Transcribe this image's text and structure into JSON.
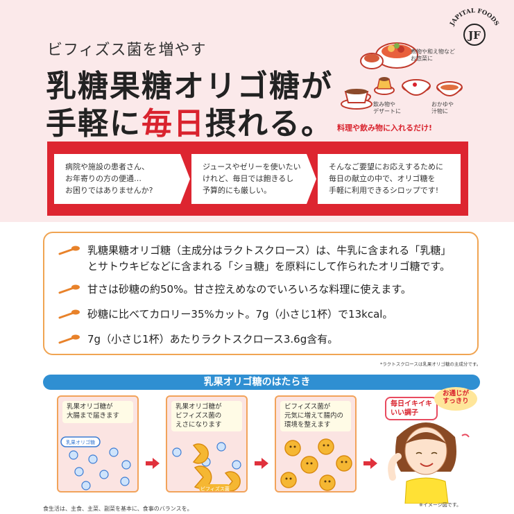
{
  "header": {
    "subtitle": "ビフィズス菌を増やす",
    "headline_line1": "乳糖果糖オリゴ糖が",
    "headline_line2_pre": "手軽に",
    "headline_line2_accent": "毎日",
    "headline_line2_post": "摂れる。",
    "logo_text": "JAPITAL FOODS",
    "logo_initials": "JF"
  },
  "foods": {
    "label_simmered": "煮物や和え物など",
    "label_side": "お惣菜に",
    "label_drink1": "飲み物や",
    "label_drink2": "デザートに",
    "label_porridge1": "おかゆや",
    "label_porridge2": "汁物に",
    "tagline": "料理や飲み物に入れるだけ!"
  },
  "cards": [
    {
      "line1": "病院や施設の患者さん、",
      "line2": "お年寄りの方の便通…",
      "line3": "お困りではありませんか?"
    },
    {
      "line1": "ジュースやゼリーを使いたい",
      "line2": "けれど、毎日では飽きるし",
      "line3": "予算的にも厳しい。"
    },
    {
      "line1": "そんなご要望にお応えするために",
      "line2": "毎日の献立の中で、オリゴ糖を",
      "line3": "手軽に利用できるシロップです!"
    }
  ],
  "bullets": [
    {
      "line1": "乳糖果糖オリゴ糖（主成分はラクトスクロース）は、牛乳に含まれる「乳糖」",
      "line2": "とサトウキビなどに含まれる「ショ糖」を原料にして作られたオリゴ糖です。"
    },
    {
      "line1": "甘さは砂糖の約50%。甘さ控えめなのでいろいろな料理に使えます。"
    },
    {
      "line1": "砂糖に比べてカロリー35%カット。7g（小さじ1杯）で13kcal。"
    },
    {
      "line1": "7g（小さじ1杯）あたりラクトスクロース3.6g含有。"
    }
  ],
  "footnote": "*ラクトスクロースは乳果オリゴ糖の主成分です。",
  "section": {
    "title": "乳果オリゴ糖のはたらき",
    "steps": [
      {
        "line1": "乳果オリゴ糖が",
        "line2": "大腸まで届きます",
        "extra": "乳果オリゴ糖"
      },
      {
        "line1": "乳果オリゴ糖が",
        "line2": "ビフィズス菌の",
        "line3": "えさになります",
        "extra": "ビフィズス菌"
      },
      {
        "line1": "ビフィズス菌が",
        "line2": "元気に増えて腸内の",
        "line3": "環境を整えます"
      }
    ],
    "person_tag1": "毎日イキイキ",
    "person_tag2": "いい調子",
    "bubble1": "お通じが",
    "bubble2": "すっきり",
    "image_note": "※イメージ図です。"
  },
  "bottom_note": "食生活は、主食、主菜、副菜を基本に、食事のバランスを。",
  "colors": {
    "accent": "#d9232e",
    "orange": "#f0a452",
    "blue": "#2f8fd2",
    "pink_bg": "#fbe9ea"
  }
}
